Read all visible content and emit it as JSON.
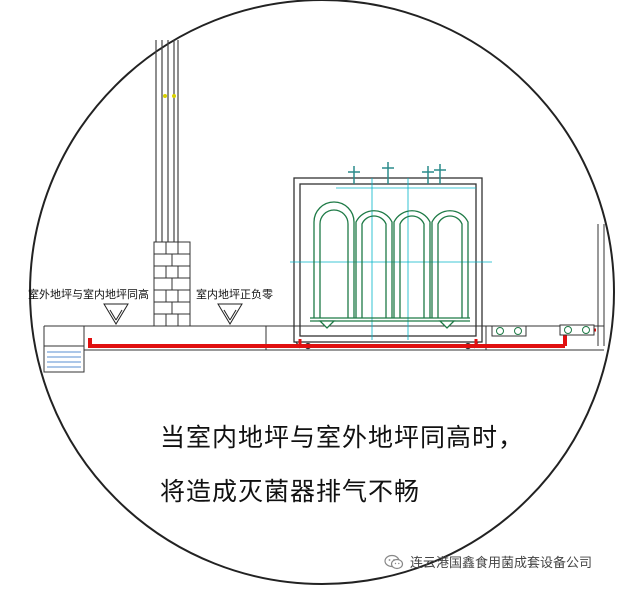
{
  "labels": {
    "outdoor_equal_indoor": "室外地坪与室内地坪同高",
    "indoor_positive_zero": "室内地坪正负零"
  },
  "caption": {
    "line1": "当室内地坪与室外地坪同高时，",
    "line2": "将造成灭菌器排气不畅"
  },
  "watermark": {
    "text": "连云港国鑫食用菌成套设备公司",
    "icon": "wechat-icon"
  },
  "colors": {
    "pipe": "#e01010",
    "guide": "#00b4c8",
    "line": "#333333",
    "drum": "#1e7a46",
    "water": "#5a8fd0"
  }
}
